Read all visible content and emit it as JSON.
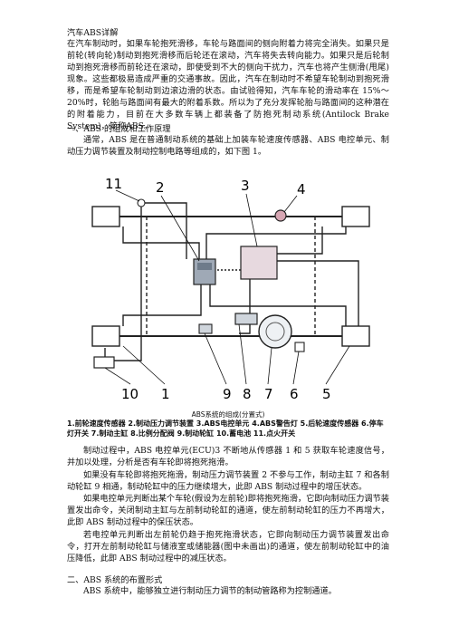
{
  "doc": {
    "title": "汽车ABS详解",
    "intro": "在汽车制动时，如果车轮抱死滑移，车轮与路面间的侧向附着力将完全消失。如果只是前轮(转向轮)制动到抱死滑移而后轮还在滚动，汽车将失去转向能力。如果只是后轮制动到抱死滑移而前轮还在滚动，即使受到不大的侧向干扰力，汽车也将产生侧滑(甩尾)现象。这些都极易造成严重的交通事故。因此，汽车在制动时不希望车轮制动到抱死滑移，而是希望车轮制动到边滚边滑的状态。由试验得知，汽车车轮的滑动率在 15%～20%时，轮胎与路面间有最大的附着系数。所以为了充分发挥轮胎与路面间的这种潜在的附着能力，目前在大多数车辆上都装备了防抱死制动系统(Antilock Brake System)，简称ABS。",
    "section1_heading": "一、ABS 的组成和工作原理",
    "section1_para": "通常，ABS 是在普通制动系统的基础上加装车轮速度传感器、ABS 电控单元、制动压力调节装置及制动控制电路等组成的，如下图 1。",
    "figure": {
      "caption_title": "ABS系统的组成(分置式)",
      "legend": "1.前轮速度传感器 2.制动压力调节装置 3.ABS电控单元 4.ABS警告灯 5.后轮速度传感器 6.停车灯开关 7.制动主缸 8.比例分配阀 9.制动轮缸 10.蓄电池 11.点火开关",
      "callouts": [
        "1",
        "2",
        "3",
        "4",
        "5",
        "6",
        "7",
        "8",
        "9",
        "10",
        "11"
      ]
    },
    "para_process1": "制动过程中，ABS 电控单元(ECU)3 不断地从传感器 1 和 5 获取车轮速度信号，并加以处理，分析是否有车轮即将抱死拖滑。",
    "para_process2": "如果没有车轮即将抱死拖滑，制动压力调节装置 2 不参与工作，制动主缸 7 和各制动轮缸 9 相通，制动轮缸中的压力继续增大，此即 ABS 制动过程中的增压状态。",
    "para_process3": "如果电控单元判断出某个车轮(假设为左前轮)即将抱死拖滑，它即向制动压力调节装置发出命令，关闭制动主缸与左前制动轮缸的通道，使左前制动轮缸的压力不再增大，此即 ABS 制动过程中的保压状态。",
    "para_process4": "若电控单元判断出左前轮仍趋于抱死拖滑状态，它即向制动压力调节装置发出命令，打开左前制动轮缸与储液室或储能器(图中未画出)的通道，使左前制动轮缸中的油压降低，此即 ABS 制动过程中的减压状态。",
    "section2_heading": "二、ABS 系统的布置形式",
    "section2_para": "ABS 系统中，能够独立进行制动压力调节的制动管路称为控制通道。"
  }
}
